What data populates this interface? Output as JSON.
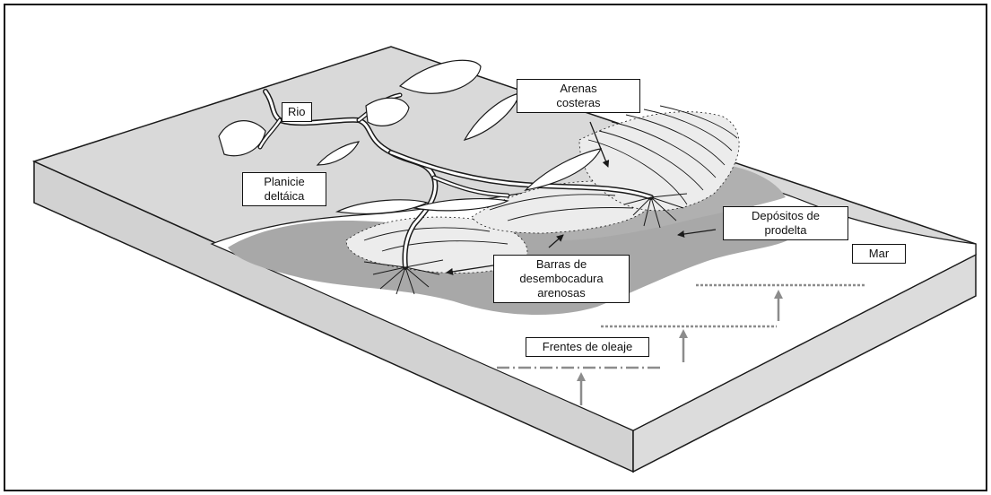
{
  "labels": {
    "rio": "Rio",
    "arenas_costeras": [
      "Arenas",
      "costeras"
    ],
    "planicie_deltaica": [
      "Planicie",
      "deltáica"
    ],
    "depositos_prodelta": [
      "Depósitos de",
      "prodelta"
    ],
    "mar": "Mar",
    "barras": [
      "Barras de",
      "desembocadura",
      "arenosas"
    ],
    "frentes_oleaje": "Frentes de oleaje"
  },
  "colors": {
    "land": "#d9d9d9",
    "block_side": "#d2d2d2",
    "sea": "#ffffff",
    "prodelta": "#a8a8a8",
    "sand": "#e6e6e6",
    "outline": "#1a1a1a",
    "wave_front": "#8c8c8c"
  }
}
